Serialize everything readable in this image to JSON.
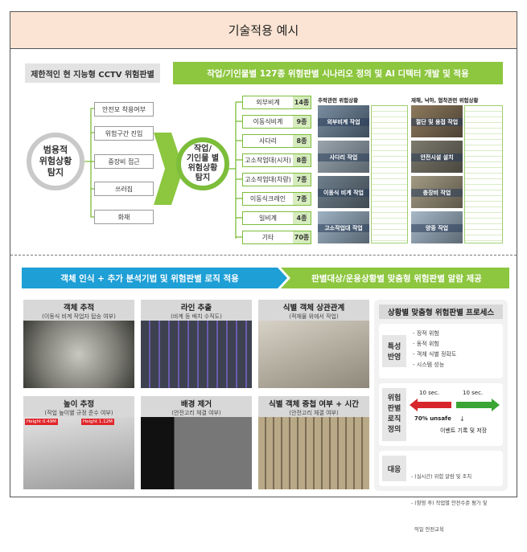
{
  "header": {
    "title": "기술적용 예시"
  },
  "top": {
    "left_label": "제한적인 현 지능형 CCTV 위험판별",
    "right_label": "작업/기인물별 127종 위험판별 시나리오 정의 및 AI 디텍터 개발 및 적용",
    "left_circle": [
      "범용적",
      "위험상황",
      "탐지"
    ],
    "items": [
      "안전모 착용여부",
      "위험구간 진입",
      "중장비 접근",
      "쓰러짐",
      "화재"
    ],
    "center_circle": [
      "작업/",
      "기인물 별",
      "위험상황",
      "탐지"
    ],
    "categories": [
      {
        "name": "외부비계",
        "count": "14종"
      },
      {
        "name": "이동식비계",
        "count": "9종"
      },
      {
        "name": "사다리",
        "count": "8종"
      },
      {
        "name": "고소작업대(시저)",
        "count": "8종"
      },
      {
        "name": "고소작업대(차량)",
        "count": "7종"
      },
      {
        "name": "이동식크레인",
        "count": "7종"
      },
      {
        "name": "일비계",
        "count": "4종"
      },
      {
        "name": "기타",
        "count": "70종"
      }
    ],
    "panel_a_title": "추락관련 위험상황",
    "panel_b_title": "재해, 낙하, 협착관련 위험상황",
    "photos_a": [
      "외부비계 작업",
      "사다리 작업",
      "이동식 비계 작업",
      "고소작업대 작업"
    ],
    "photos_b": [
      "절단 및 용접 작업",
      "안전시설 설치",
      "충장비 작업",
      "양중 작업"
    ]
  },
  "bottom": {
    "banner_left": "객체 인식 + 추가 분석기법 및 위험판별 로직 적용",
    "banner_right": "판별대상/운용상황별 맞춤형 위험판별 알람 제공",
    "tiles": [
      {
        "title": "객체 추적",
        "caption": "(이동식 비계 작업자 탑승 여부)"
      },
      {
        "title": "라인 추출",
        "caption": "(비계 등 배치 수직도)"
      },
      {
        "title": "식별 객체 상관관계",
        "caption": "(적재물 위에서 작업)"
      },
      {
        "title": "높이 추정",
        "caption": "(작업 높이별 규정 준수 여부)"
      },
      {
        "title": "배경 제거",
        "caption": "(안전고리 체결 여부)"
      },
      {
        "title": "식별 객체 중첩 여부 + 시간",
        "caption": "(안전고리 체결 여부)"
      }
    ],
    "height_tags": [
      "Height 0.49M",
      "Height 1.12M"
    ],
    "process": {
      "title": "상황별 맞춤형 위험판별 프로세스",
      "row1_label": "특성\n반영",
      "row1_items": [
        "- 정적 위험",
        "- 동적 위험",
        "- 객체 식별 정확도",
        "- 시스템 성능"
      ],
      "row2_label": "위험\n판별\n로직\n정의",
      "time_left": "10 sec.",
      "time_right": "10 sec.",
      "unsafe": "70% unsafe",
      "event": "이벤트 기록 및 저장",
      "row3_label": "대응",
      "row3_items": [
        "- (실시간) 위험 알람 및 조치",
        "- (향영 후) 작업별 안전수준 평가 및",
        "  익일 안전교육"
      ]
    }
  }
}
